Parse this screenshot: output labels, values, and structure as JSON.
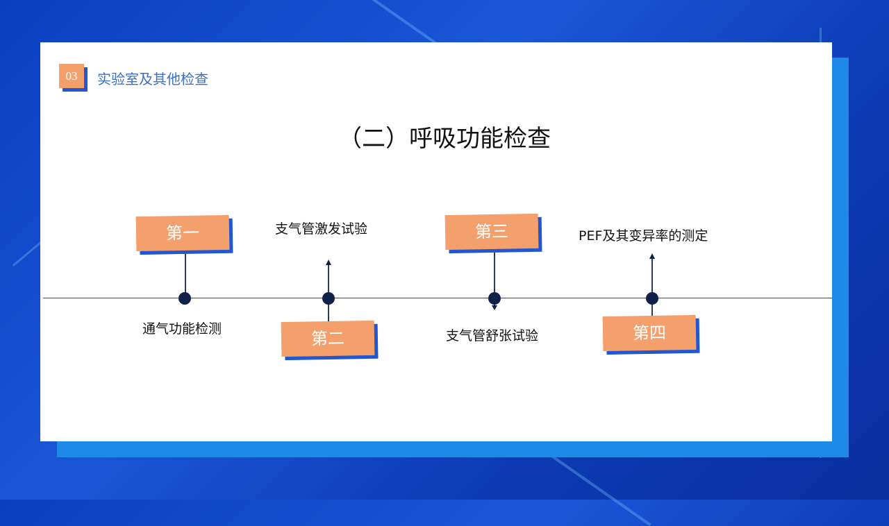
{
  "header": {
    "section_number": "03",
    "section_title": "实验室及其他检查"
  },
  "title": "（二）呼吸功能检查",
  "timeline": [
    {
      "step": "第一",
      "label": "通气功能检测"
    },
    {
      "step": "第二",
      "label": "支气管激发试验"
    },
    {
      "step": "第三",
      "label": "支气管舒张试验"
    },
    {
      "step": "第四",
      "label": "PEF及其变异率的测定"
    }
  ],
  "colors": {
    "accent": "#f4a06c",
    "shadow": "#2456cf",
    "node": "#0f2148",
    "background": "#1a56d8"
  }
}
